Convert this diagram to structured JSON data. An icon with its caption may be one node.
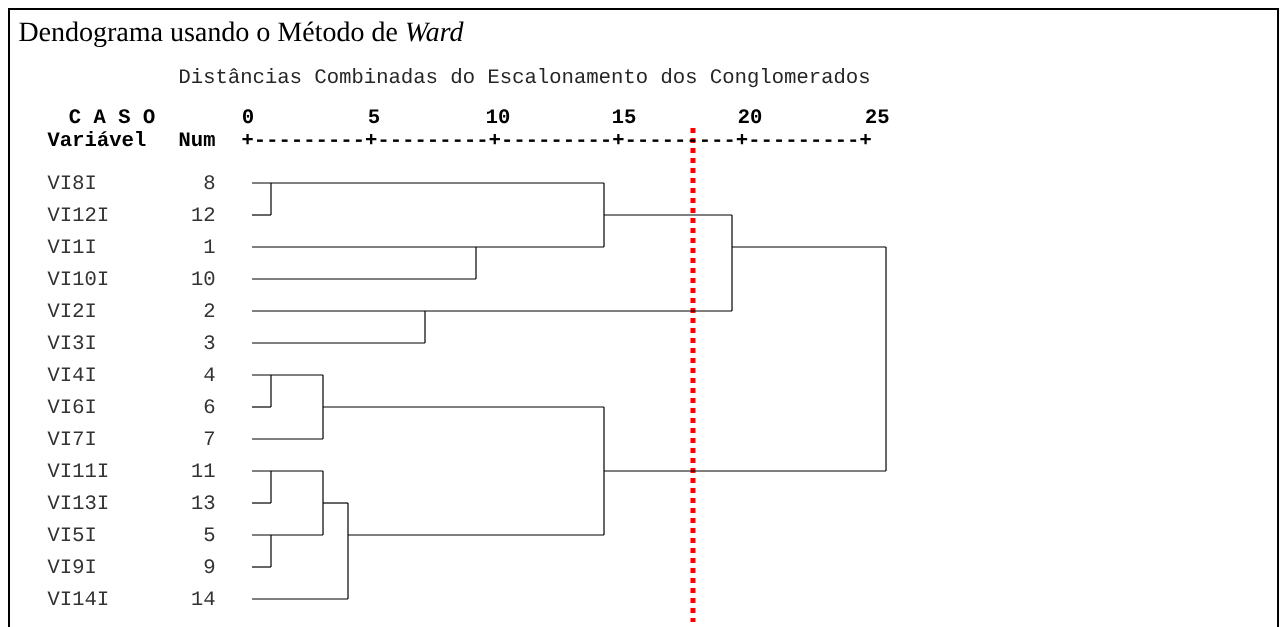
{
  "diagram": {
    "title": "Dendograma usando o Método de *Ward*",
    "labels": [
      "Distâncias Combinadas do Escalonamento dos Conglomerados",
      "C A S O",
      "0",
      "5",
      "10",
      "15",
      "20",
      "25",
      "Variável",
      "Num",
      "+---------+---------+---------+---------+---------+",
      "VI8I",
      "8",
      "VI12I",
      "12",
      "VI1I",
      "1",
      "VI10I",
      "10",
      "VI2I",
      "2",
      "VI3I",
      "3",
      "VI4I",
      "4",
      "VI6I",
      "6",
      "VI7I",
      "7",
      "VI11I",
      "11",
      "VI13I",
      "13",
      "VI5I",
      "5",
      "VI9I",
      "9",
      "VI14I",
      "14"
    ]
  }
}
